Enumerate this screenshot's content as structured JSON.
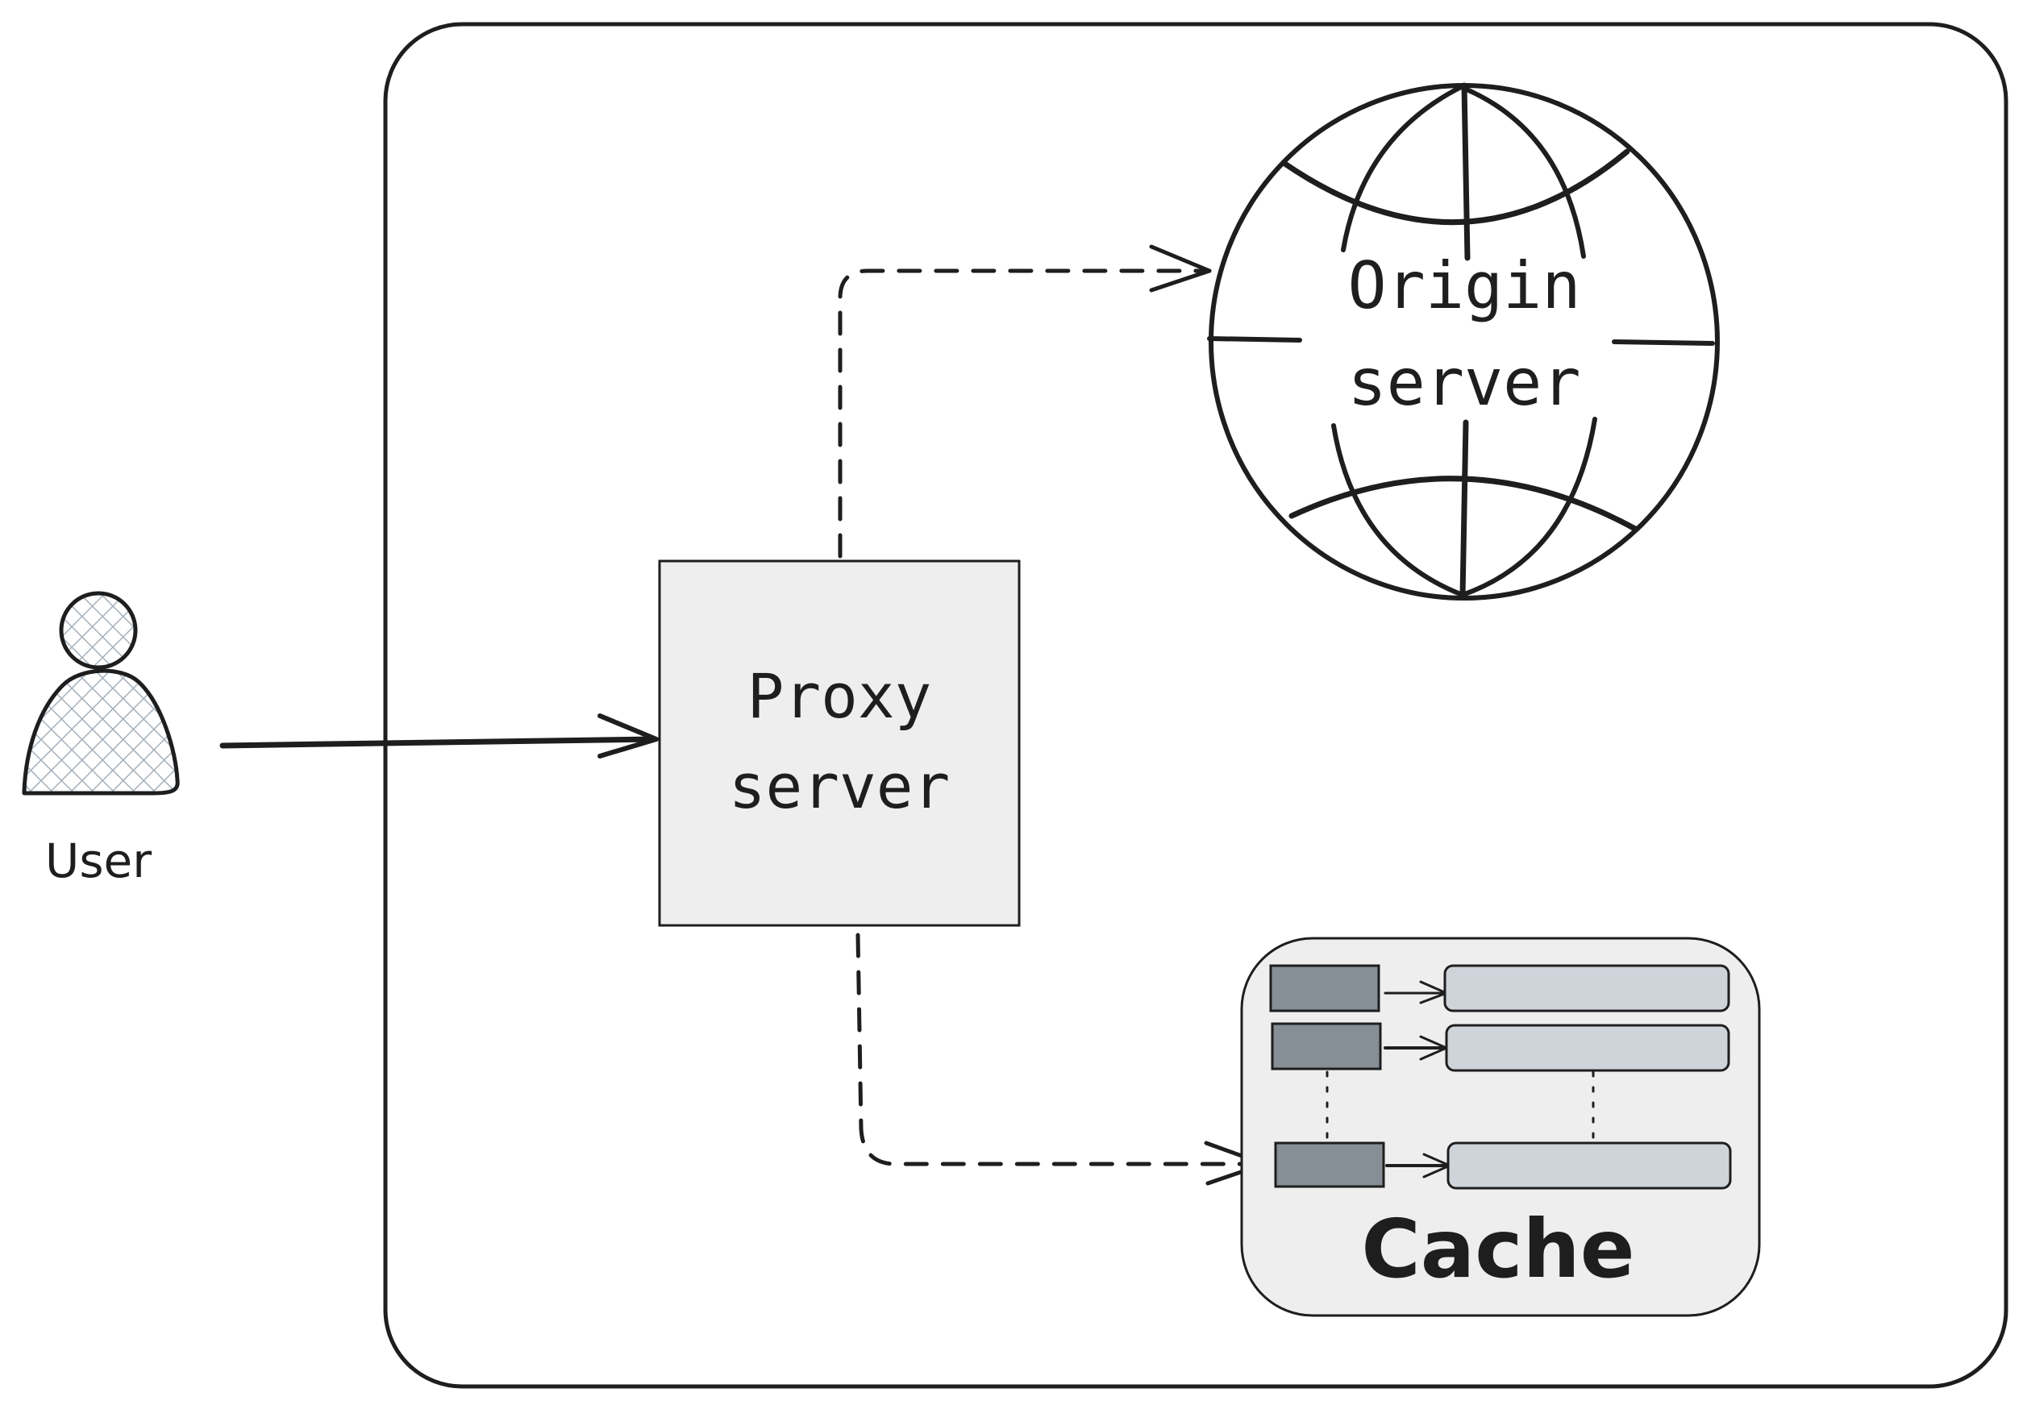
{
  "diagram": {
    "user_label": "User",
    "proxy_label_line1": "Proxy",
    "proxy_label_line2": "server",
    "origin_label_line1": "Origin",
    "origin_label_line2": "server",
    "cache_label": "Cache"
  },
  "colors": {
    "stroke": "#1e1e1e",
    "proxy_fill": "#eeeeee",
    "cache_fill": "#eeeeee",
    "cache_key_fill": "#868e96",
    "cache_value_fill": "#ced4da",
    "user_fill": "#ced4da"
  },
  "icons": {
    "user": "person-icon",
    "origin": "globe-icon",
    "cache": "key-value-table-icon"
  }
}
